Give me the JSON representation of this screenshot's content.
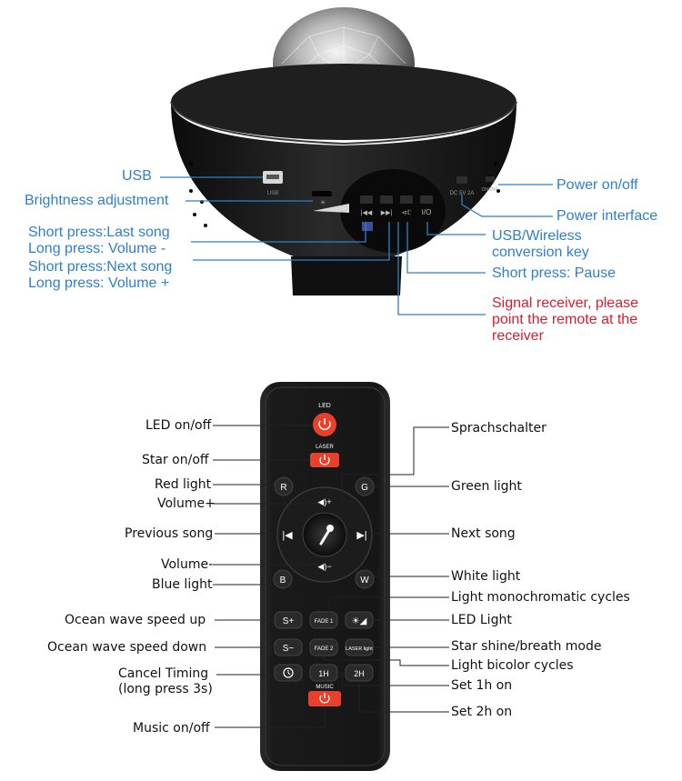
{
  "speaker": {
    "labels": {
      "usb": "USB",
      "brightness": "Brightness adjustment",
      "last_song_1": "Short press:Last song",
      "last_song_2": "Long press: Volume -",
      "next_song_1": "Short press:Next song",
      "next_song_2": "Long press: Volume +",
      "power_onoff": "Power on/off",
      "power_interface": "Power interface",
      "usb_wireless": "USB/Wireless conversion key",
      "pause": "Short press: Pause",
      "signal_receiver": "Signal receiver, please point the remote at the receiver"
    },
    "device_text": {
      "usb_port_label": "USB",
      "dc_label": "DC 5V 2A",
      "switch_label": "ON/OFF"
    },
    "colors": {
      "label_blue": "#2f7fc9",
      "label_red": "#d61f2c",
      "body": "#161616"
    }
  },
  "remote": {
    "labels": {
      "led_onoff": "LED on/off",
      "star_onoff": "Star on/off",
      "red_light": "Red light",
      "volume_up": "Volume+",
      "previous_song": "Previous song",
      "volume_down": "Volume-",
      "blue_light": "Blue light",
      "ocean_up": "Ocean wave speed up",
      "ocean_down": "Ocean wave speed down",
      "cancel_timing": "Cancel Timing (long press 3s)",
      "music_onoff": "Music on/off",
      "sprachschalter": "Sprachschalter",
      "green_light": "Green light",
      "next_song": "Next song",
      "white_light": "White light",
      "mono_cycles": "Light monochromatic cycles",
      "led_light": "LED Light",
      "star_shine": "Star shine/breath mode",
      "bicolor_cycles": "Light bicolor cycles",
      "set_1h": "Set 1h on",
      "set_2h": "Set 2h on"
    },
    "buttons": {
      "led_caption": "LED",
      "laser_caption": "LASER",
      "music_caption": "MUSIC",
      "r": "R",
      "g": "G",
      "b": "B",
      "w": "W",
      "s_plus": "S+",
      "s_minus": "S−",
      "fade1": "FADE 1",
      "fade2": "FADE 2",
      "laser_light": "LASER light",
      "h1": "1H",
      "h2": "2H"
    },
    "colors": {
      "body": "#1a1a1a",
      "power_red": "#e8402b",
      "button": "#2a2a2a"
    }
  }
}
